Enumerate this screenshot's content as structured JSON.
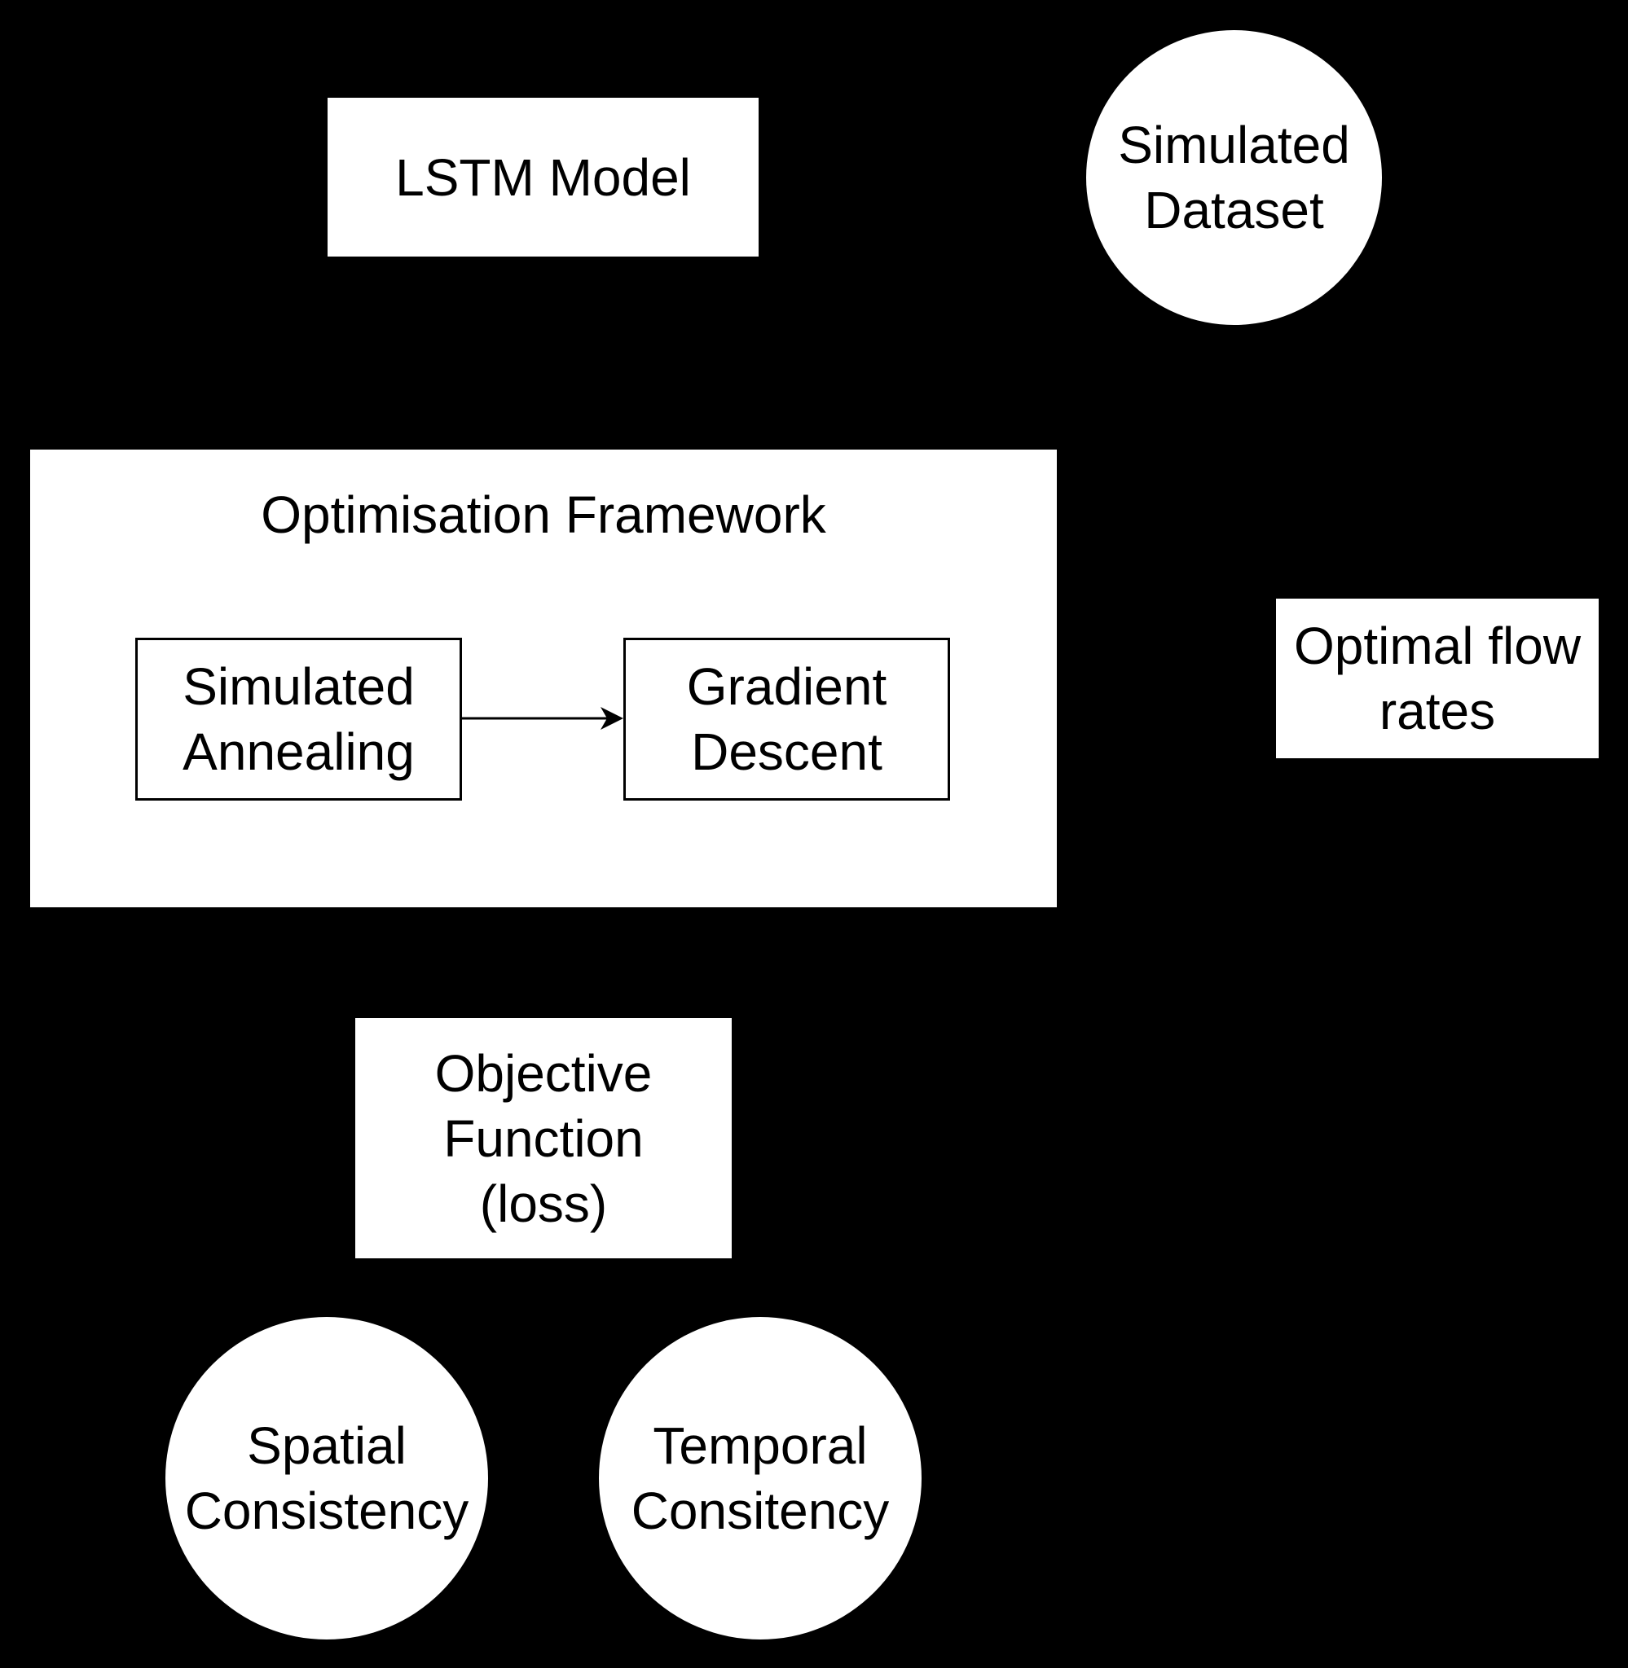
{
  "nodes": {
    "lstm_model": {
      "lines": [
        "LSTM Model"
      ]
    },
    "simulated_dataset": {
      "lines": [
        "Simulated",
        "Dataset"
      ]
    },
    "optimisation_framework": {
      "title": "Optimisation Framework",
      "simulated_annealing": {
        "lines": [
          "Simulated",
          "Annealing"
        ]
      },
      "gradient_descent": {
        "lines": [
          "Gradient",
          "Descent"
        ]
      }
    },
    "optimal_flow_rates": {
      "lines": [
        "Optimal flow",
        "rates"
      ]
    },
    "objective_function": {
      "lines": [
        "Objective",
        "Function",
        "(loss)"
      ]
    },
    "spatial_consistency": {
      "lines": [
        "Spatial",
        "Consistency"
      ]
    },
    "temporal_consistency": {
      "lines": [
        "Temporal",
        "Consitency"
      ]
    }
  },
  "edges": [
    {
      "from": "Simulated Annealing",
      "to": "Gradient Descent"
    }
  ],
  "colors": {
    "background": "#000000",
    "node_fill": "#ffffff",
    "stroke": "#000000"
  }
}
